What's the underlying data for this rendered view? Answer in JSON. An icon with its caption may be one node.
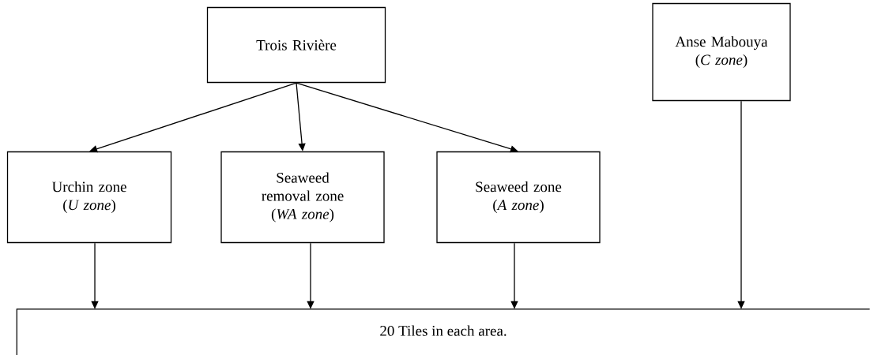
{
  "diagram": {
    "nodes": [
      {
        "text": [
          "Trois Rivière"
        ]
      },
      {
        "text": [
          "Anse Mabouya",
          "(*C zone*)"
        ]
      },
      {
        "text": [
          "Urchin zone",
          "(*U zone*)"
        ]
      },
      {
        "text": [
          "Seaweed removal zone",
          "(*WA zone*)"
        ]
      },
      {
        "text": [
          "Seaweed zone",
          "(*A zone*)"
        ]
      },
      {
        "text": [
          "20 Tiles in each area."
        ]
      }
    ],
    "edges": [
      {
        "from": 0,
        "to": 2,
        "arrow": "to"
      },
      {
        "from": 0,
        "to": 3,
        "arrow": "to"
      },
      {
        "from": 0,
        "to": 4,
        "arrow": "to"
      },
      {
        "from": 2,
        "to": 5,
        "arrow": "to"
      },
      {
        "from": 3,
        "to": 5,
        "arrow": "to"
      },
      {
        "from": 4,
        "to": 5,
        "arrow": "to"
      },
      {
        "from": 1,
        "to": 5,
        "arrow": "to"
      }
    ]
  }
}
